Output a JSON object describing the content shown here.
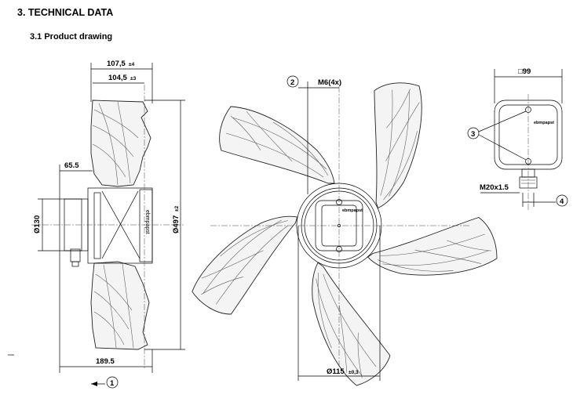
{
  "section_title": "3. TECHNICAL DATA",
  "subsection_title": "3.1 Product drawing",
  "side_view": {
    "dim_total_depth": "107,5",
    "dim_total_depth_tol": "±4",
    "dim_depth": "104,5",
    "dim_depth_tol": "±3",
    "dim_motor": "65.5",
    "dim_hub_diameter": "Ø130",
    "dim_fan_diameter": "Ø497",
    "dim_fan_diameter_tol": "±2",
    "dim_overall": "189.5",
    "ref_airflow": "1"
  },
  "front_view": {
    "ref_screw": "2",
    "screw_label": "M6(4x)",
    "dim_shaft_circle": "Ø115",
    "dim_shaft_circle_tol": "±0,3"
  },
  "box_view": {
    "dim_box": "□99",
    "ref_screws": "3",
    "cable_gland": "M20x1.5",
    "ref_gland": "4",
    "brand": "ebmpapst"
  }
}
